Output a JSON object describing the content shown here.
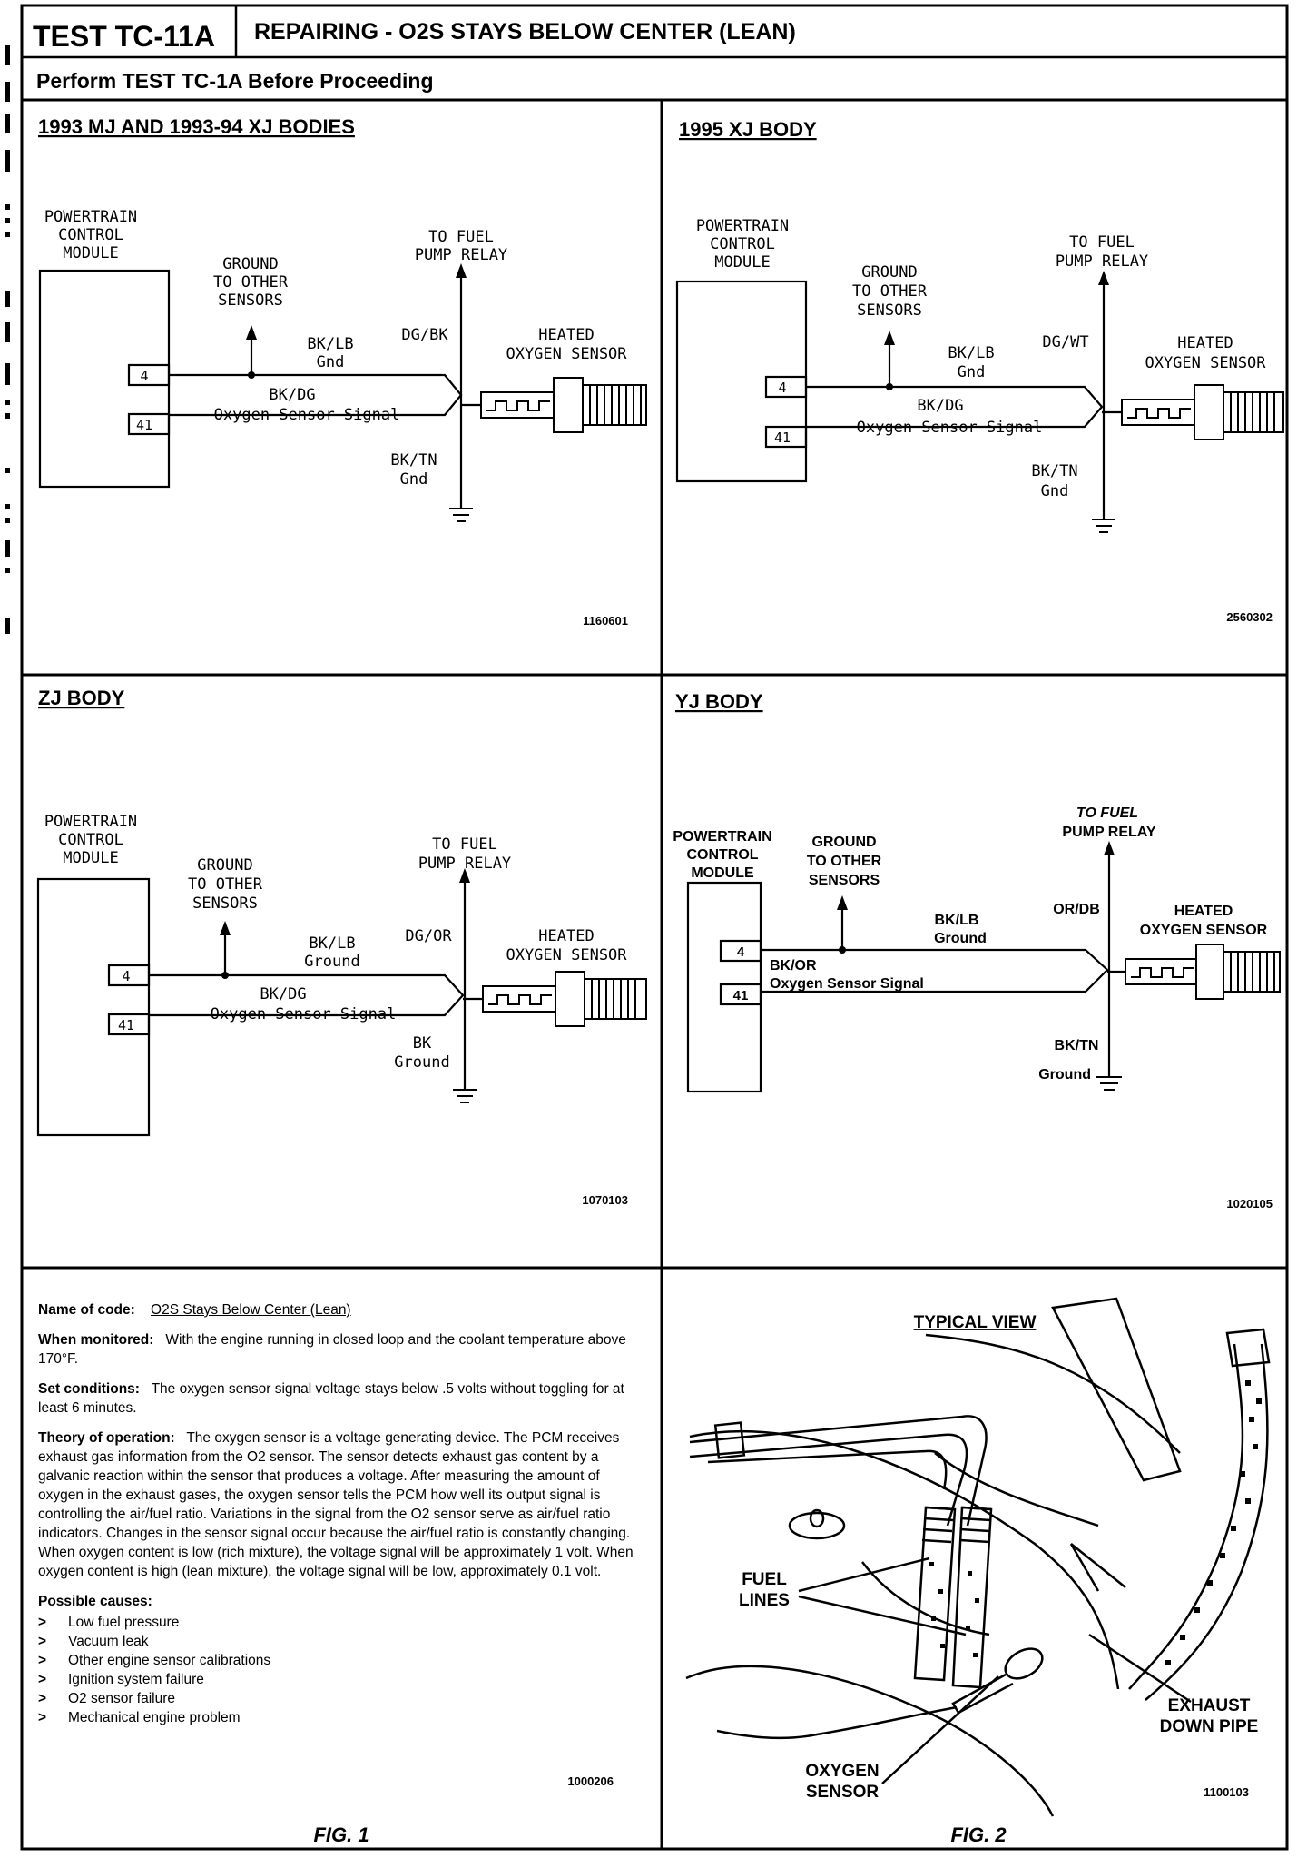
{
  "header": {
    "test_id": "TEST TC-11A",
    "title": "REPAIRING - O2S STAYS BELOW CENTER (LEAN)",
    "subtitle": "Perform TEST TC-1A Before Proceeding"
  },
  "diagrams": [
    {
      "heading": "1993 MJ AND 1993-94 XJ BODIES",
      "module": [
        "POWERTRAIN",
        "CONTROL",
        "MODULE"
      ],
      "ground_label": [
        "GROUND",
        "TO OTHER",
        "SENSORS"
      ],
      "fuel_label": [
        "TO FUEL",
        "PUMP RELAY"
      ],
      "relay_wire": "DG/BK",
      "sensor_label": [
        "HEATED",
        "OXYGEN SENSOR"
      ],
      "pin_top": "4",
      "pin_bottom": "41",
      "wire_top": [
        "BK/LB",
        "Gnd"
      ],
      "wire_bottom": [
        "BK/DG",
        "Oxygen Sensor Signal"
      ],
      "ground_wire": [
        "BK/TN",
        "Gnd"
      ],
      "code": "1160601"
    },
    {
      "heading": "1995 XJ BODY",
      "module": [
        "POWERTRAIN",
        "CONTROL",
        "MODULE"
      ],
      "ground_label": [
        "GROUND",
        "TO OTHER",
        "SENSORS"
      ],
      "fuel_label": [
        "TO FUEL",
        "PUMP RELAY"
      ],
      "relay_wire": "DG/WT",
      "sensor_label": [
        "HEATED",
        "OXYGEN SENSOR"
      ],
      "pin_top": "4",
      "pin_bottom": "41",
      "wire_top": [
        "BK/LB",
        "Gnd"
      ],
      "wire_bottom": [
        "BK/DG",
        "Oxygen Sensor Signal"
      ],
      "ground_wire": [
        "BK/TN",
        "Gnd"
      ],
      "code": "2560302"
    },
    {
      "heading": "ZJ BODY",
      "module": [
        "POWERTRAIN",
        "CONTROL",
        "MODULE"
      ],
      "ground_label": [
        "GROUND",
        "TO OTHER",
        "SENSORS"
      ],
      "fuel_label": [
        "TO FUEL",
        "PUMP RELAY"
      ],
      "relay_wire": "DG/OR",
      "sensor_label": [
        "HEATED",
        "OXYGEN SENSOR"
      ],
      "pin_top": "4",
      "pin_bottom": "41",
      "wire_top": [
        "BK/LB",
        "Ground"
      ],
      "wire_bottom": [
        "BK/DG",
        "Oxygen Sensor Signal"
      ],
      "ground_wire": [
        "BK",
        "Ground"
      ],
      "code": "1070103"
    },
    {
      "heading": "YJ BODY",
      "module": [
        "POWERTRAIN",
        "CONTROL",
        "MODULE"
      ],
      "ground_label": [
        "GROUND",
        "TO OTHER",
        "SENSORS"
      ],
      "fuel_label": [
        "TO FUEL",
        "PUMP RELAY"
      ],
      "relay_wire": "OR/DB",
      "sensor_label": [
        "HEATED",
        "OXYGEN SENSOR"
      ],
      "pin_top": "4",
      "pin_bottom": "41",
      "wire_top": [
        "BK/LB",
        "Ground"
      ],
      "wire_bottom": [
        "BK/OR",
        "Oxygen Sensor Signal"
      ],
      "ground_wire": [
        "BK/TN",
        "Ground"
      ],
      "code": "1020105"
    }
  ],
  "text_panel": {
    "name_label": "Name of code:",
    "name_value": "O2S Stays Below Center (Lean)",
    "monitored_label": "When monitored:",
    "monitored_text": "With the engine running in closed loop and the coolant temperature above 170°F.",
    "set_label": "Set conditions:",
    "set_text": "The oxygen sensor signal voltage stays below .5 volts without toggling for at least 6 minutes.",
    "theory_label": "Theory of operation:",
    "theory_text": "The oxygen sensor is a voltage generating device. The PCM receives exhaust gas information from the O2 sensor. The sensor detects exhaust gas content by a galvanic reaction within the sensor that produces a voltage. After measuring the amount of oxygen in the exhaust gases, the oxygen sensor tells the PCM how well its output signal is controlling the air/fuel ratio. Variations in the signal from the O2 sensor serve as air/fuel ratio indicators. Changes in the sensor signal occur because the air/fuel ratio is constantly changing. When oxygen content is low (rich mixture), the voltage signal will be approximately 1 volt. When oxygen content is high (lean mixture), the voltage signal will be low, approximately 0.1 volt.",
    "causes_label": "Possible causes:",
    "causes": [
      "Low fuel pressure",
      "Vacuum leak",
      "Other engine sensor calibrations",
      "Ignition system failure",
      "O2 sensor failure",
      "Mechanical engine problem"
    ],
    "code": "1000206",
    "fig": "FIG. 1"
  },
  "typical_view": {
    "title": "TYPICAL VIEW",
    "fuel_lines": [
      "FUEL",
      "LINES"
    ],
    "oxygen_sensor": [
      "OXYGEN",
      "SENSOR"
    ],
    "exhaust": [
      "EXHAUST",
      "DOWN PIPE"
    ],
    "code": "1100103",
    "fig": "FIG. 2"
  }
}
